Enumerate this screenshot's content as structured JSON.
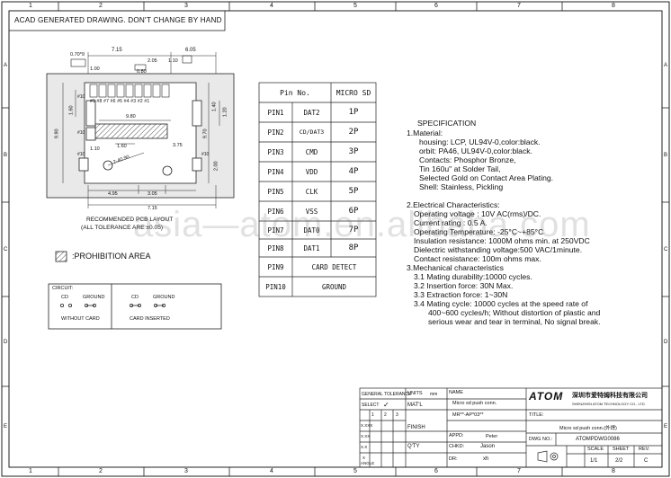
{
  "header_note": "ACAD GENERATED DRAWING. DON'T CHANGE BY HAND",
  "border": {
    "top_numbers": [
      "1",
      "2",
      "3",
      "4",
      "5",
      "6",
      "7",
      "8"
    ],
    "bottom_numbers": [
      "1",
      "2",
      "3",
      "4",
      "5",
      "6",
      "7",
      "8"
    ],
    "side_letters": [
      "A",
      "B",
      "C",
      "D",
      "E"
    ]
  },
  "pcb": {
    "dims_top": [
      "7.15",
      "6.05",
      "0.70*9",
      "2.05",
      "1.10",
      "0.80",
      "1.00"
    ],
    "dims_side": [
      "1.60",
      "9.90",
      "9.70",
      "1.20",
      "1.40",
      "2.00"
    ],
    "dims_inner": [
      "9.80",
      "1.60",
      "1.10",
      "3.75",
      "2-40.90"
    ],
    "dims_bottom": [
      "4.95",
      "3.05",
      "7.15"
    ],
    "pin_row": "#9 #8 #7 #6 #5 #4 #3 #2 #1",
    "labels_10": [
      "#10",
      "#10",
      "#10",
      "#10"
    ],
    "caption_line1": "RECOMMENDED PCB LAYOUT",
    "caption_line2": "(ALL TOLERANCE ARE ±0.05)"
  },
  "prohibition_label": ":PROHIBITION AREA",
  "circuit": {
    "title": "CIRCUIT:",
    "cd": "CD",
    "ground": "GROUND",
    "without_card": "WITHOUT CARD",
    "card_inserted": "CARD INSERTED"
  },
  "pin_table": {
    "headers": [
      "Pin No.",
      "MICRO SD"
    ],
    "rows": [
      {
        "pin": "PIN1",
        "name": "DAT2",
        "sd": "1P"
      },
      {
        "pin": "PIN2",
        "name": "CD/DAT3",
        "sd": "2P"
      },
      {
        "pin": "PIN3",
        "name": "CMD",
        "sd": "3P"
      },
      {
        "pin": "PIN4",
        "name": "VDD",
        "sd": "4P"
      },
      {
        "pin": "PIN5",
        "name": "CLK",
        "sd": "5P"
      },
      {
        "pin": "PIN6",
        "name": "VSS",
        "sd": "6P"
      },
      {
        "pin": "PIN7",
        "name": "DAT0",
        "sd": "7P"
      },
      {
        "pin": "PIN8",
        "name": "DAT1",
        "sd": "8P"
      },
      {
        "pin": "PIN9",
        "name": "CARD DETECT",
        "sd": ""
      },
      {
        "pin": "PIN10",
        "name": "GROUND",
        "sd": ""
      }
    ]
  },
  "specification": {
    "title": "SPECIFICATION",
    "lines": [
      {
        "indent": 0,
        "text": "1.Material:"
      },
      {
        "indent": 2,
        "text": "housing: LCP,   UL94V-0,color:black."
      },
      {
        "indent": 2,
        "text": "orbit: PA46,   UL94V-0,color:black."
      },
      {
        "indent": 2,
        "text": "Contacts: Phosphor Bronze,"
      },
      {
        "indent": 2,
        "text": "Tin 160u\" at Solder Tail,"
      },
      {
        "indent": 2,
        "text": "Selected Gold on Contact Area Plating."
      },
      {
        "indent": 2,
        "text": "Shell: Stainless, Pickling"
      },
      {
        "indent": 0,
        "text": ""
      },
      {
        "indent": 0,
        "text": "2.Electrical Characteristics:"
      },
      {
        "indent": 1,
        "text": "Operating voltage : 10V AC(rms)/DC."
      },
      {
        "indent": 1,
        "text": "Current rating : 0.5 A."
      },
      {
        "indent": 1,
        "text": "Operating Temperature: -25°C~+85°C"
      },
      {
        "indent": 1,
        "text": "Insulation resistance: 1000M ohms min. at 250VDC"
      },
      {
        "indent": 1,
        "text": "Dielectric withstanding voltage:500 VAC/1minute."
      },
      {
        "indent": 1,
        "text": "Contact resistance: 100m ohms max."
      },
      {
        "indent": 0,
        "text": "3.Mechanical characteristics"
      },
      {
        "indent": 1,
        "text": "3.1 Mating durability:10000 cycles."
      },
      {
        "indent": 1,
        "text": "3.2 Insertion force: 30N Max."
      },
      {
        "indent": 1,
        "text": "3.3 Extraction force: 1~30N"
      },
      {
        "indent": 1,
        "text": "3.4 Mating cycle: 10000 cycles at the speed rate of"
      },
      {
        "indent": 3,
        "text": "400~600 cycles/h; Without distortion of plastic and"
      },
      {
        "indent": 3,
        "text": "serious wear and tear in terminal, No signal break."
      }
    ]
  },
  "watermark": "asia—atom.en.alibaba.com",
  "title_block": {
    "general_tolerance": "GENERAL TOLERANCE",
    "select": "SELECT",
    "select_mark": "✓",
    "units_label": "UNITS",
    "units_value": "mm",
    "name_label": "NAME",
    "name_value": "Micro sd push conn.",
    "matl_label": "MAT'L",
    "finish_label": "FINISH",
    "qty_label": "Q'TY",
    "part_no": "MR**-AP*03**",
    "tol_rows": [
      "X.XXX",
      "X.XX",
      "X.X",
      "X",
      "ANGLE"
    ],
    "tol_cols": [
      "1",
      "2",
      "3"
    ],
    "appd_label": "APPD:",
    "appd_value": "Peter",
    "chkd_label": "CHKD:",
    "chkd_value": "Jason",
    "dr_label": "DR:",
    "dr_value": "xh",
    "brand": "ATOM",
    "company_cn": "深圳市爱特姆科技有限公司",
    "company_en": "SHENZHEN ATOM TECHNOLOGY CO., LTD",
    "title_label": "TITLE:",
    "title_value": "Micro sd push conn.(外焊)",
    "dwg_label": "DWG NO.:",
    "dwg_value": "ATOMPDWG0086",
    "scale_label": "SCALE",
    "scale_value": "1/1",
    "sheet_label": "SHEET",
    "sheet_value": "2/2",
    "rev_label": "REV.",
    "rev_value": "C"
  }
}
